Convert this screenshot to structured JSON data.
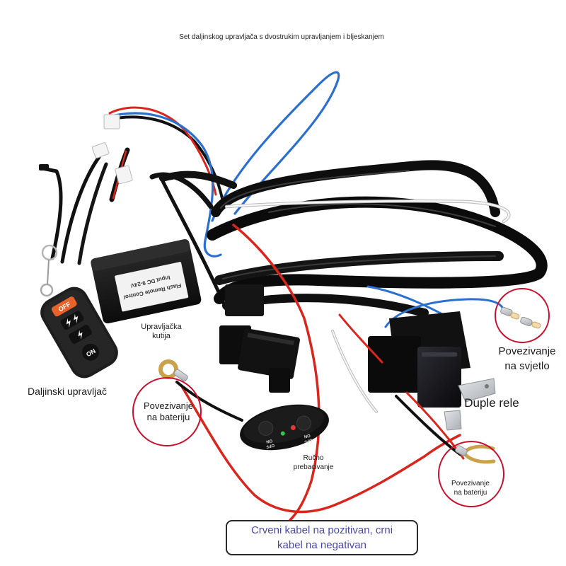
{
  "caption": "Set daljinskog upravljača s dvostrukim upravljanjem i bljeskanjem",
  "labels": {
    "control_box": [
      "Upravljačka",
      "kutija"
    ],
    "remote": "Daljinski upravljač",
    "battery_left": [
      "Povezivanje",
      "na bateriju"
    ],
    "light": [
      "Povezivanje",
      "na svjetlo"
    ],
    "relay": "Duple rele",
    "manual_switch": [
      "Ručno",
      "prebacivanje"
    ],
    "battery_right": [
      "Povezivanje",
      "na bateriju"
    ],
    "note": [
      "Crveni kabel na pozitivan, crni",
      "kabel na negativan"
    ]
  },
  "device_text": {
    "remote_off": "OFF",
    "remote_on": "ON",
    "control_box_label": [
      "Flash Remote Control",
      "Input DC 9-24V"
    ],
    "switch_label": [
      "OFF",
      "ON"
    ]
  },
  "icons": {
    "remote_buttons": [
      "double-flash-icon",
      "flash-icon"
    ]
  },
  "colors": {
    "annotation_circle": "#c8102e",
    "note_text": "#4a4aa6",
    "remote_off_button": "#e8632a",
    "wire_red": "#d9251c",
    "wire_blue": "#2b6fcf",
    "led_green": "#2ecc40",
    "led_red": "#e53935",
    "terminal_brass": "#c9a24a"
  }
}
